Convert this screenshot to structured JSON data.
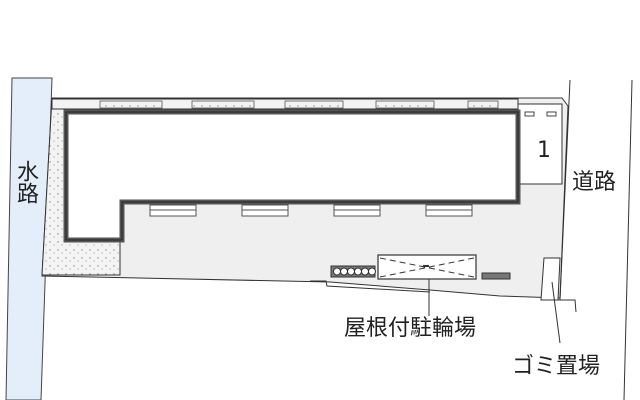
{
  "map": {
    "labels": {
      "waterway": "水路",
      "road": "道路",
      "covered_bicycle_parking": "屋根付駐輪場",
      "garbage_area": "ゴミ置場",
      "parking_number": "1"
    },
    "colors": {
      "waterway_fill": "#e4eefa",
      "site_fill": "#efefef",
      "planting_fill": "#f3f3f3",
      "building_wall": "#555555",
      "line": "#333333"
    }
  }
}
